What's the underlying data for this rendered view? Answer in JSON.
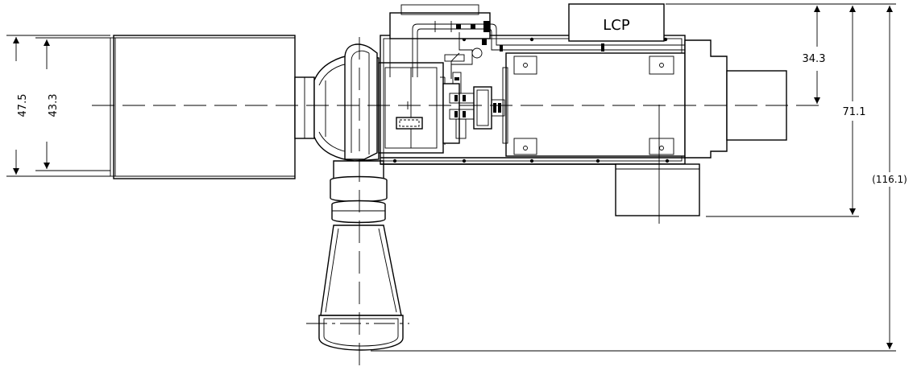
{
  "drawing": {
    "panel_label": "LCP",
    "dimensions": {
      "inlet_outer_diameter": "47.5",
      "inlet_inner_diameter": "43.3",
      "centerline_to_top": "34.3",
      "overall_height": "71.1",
      "overall_with_stack": "(116.1)"
    }
  },
  "colors": {
    "line": "#000000",
    "background": "#ffffff"
  }
}
